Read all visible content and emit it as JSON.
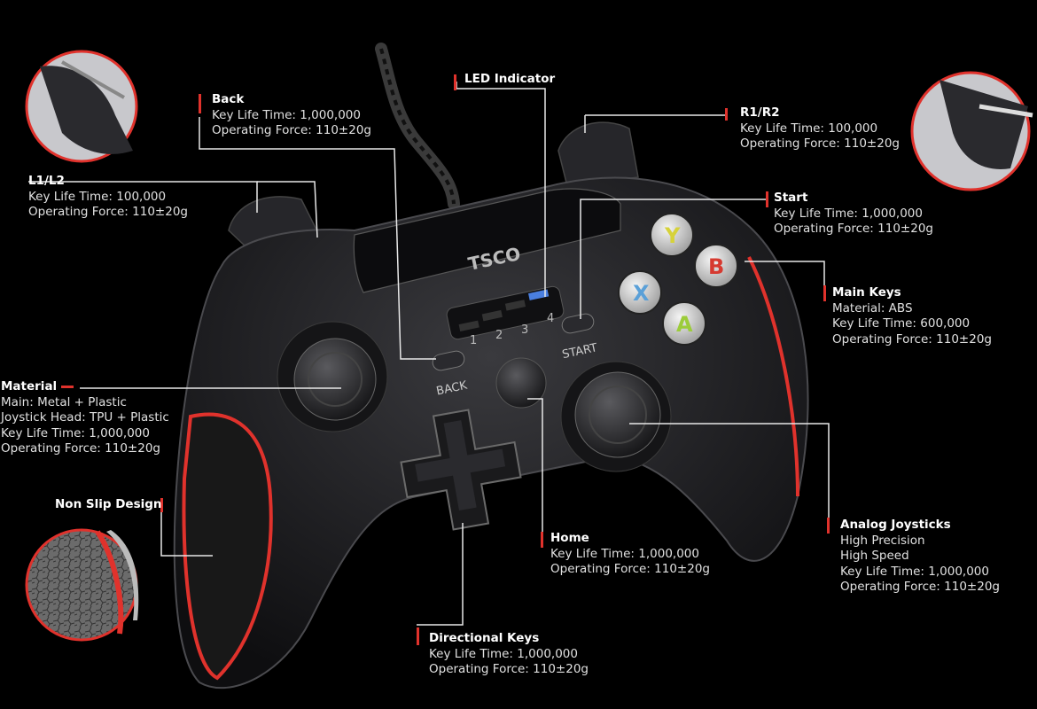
{
  "brand": "TSCO",
  "colors": {
    "accent": "#e0322c",
    "body": "#1c1c1e",
    "button_y": "#d6d23a",
    "button_b": "#d63a30",
    "button_x": "#5aa0d8",
    "button_a": "#9ccc3a",
    "led": "#4a7fe0"
  },
  "buttons": {
    "y": "Y",
    "b": "B",
    "x": "X",
    "a": "A",
    "back": "BACK",
    "start": "START"
  },
  "led_numbers": [
    "1",
    "2",
    "3",
    "4"
  ],
  "callouts": {
    "back": {
      "title": "Back",
      "lines": [
        "Key Life Time: 1,000,000",
        "Operating Force: 110±20g"
      ]
    },
    "led": {
      "title": "LED Indicator",
      "lines": []
    },
    "r1r2": {
      "title": "R1/R2",
      "lines": [
        "Key Life Time: 100,000",
        "Operating Force: 110±20g"
      ]
    },
    "l1l2": {
      "title": "L1/L2",
      "lines": [
        "Key Life Time: 100,000",
        "Operating Force: 110±20g"
      ]
    },
    "start": {
      "title": "Start",
      "lines": [
        "Key Life Time: 1,000,000",
        "Operating Force: 110±20g"
      ]
    },
    "main_keys": {
      "title": "Main Keys",
      "lines": [
        "Material: ABS",
        "Key Life Time: 600,000",
        "Operating Force: 110±20g"
      ]
    },
    "material": {
      "title": "Material",
      "lines": [
        "Main: Metal + Plastic",
        "Joystick Head: TPU + Plastic",
        "Key Life Time: 1,000,000",
        "Operating Force: 110±20g"
      ]
    },
    "non_slip": {
      "title": "Non Slip Design",
      "lines": []
    },
    "home": {
      "title": "Home",
      "lines": [
        "Key Life Time: 1,000,000",
        "Operating Force: 110±20g"
      ]
    },
    "analog": {
      "title": "Analog Joysticks",
      "lines": [
        "High Precision",
        "High Speed",
        "Key Life Time: 1,000,000",
        "Operating Force: 110±20g"
      ]
    },
    "dpad": {
      "title": "Directional Keys",
      "lines": [
        "Key Life Time: 1,000,000",
        "Operating Force: 110±20g"
      ]
    }
  }
}
